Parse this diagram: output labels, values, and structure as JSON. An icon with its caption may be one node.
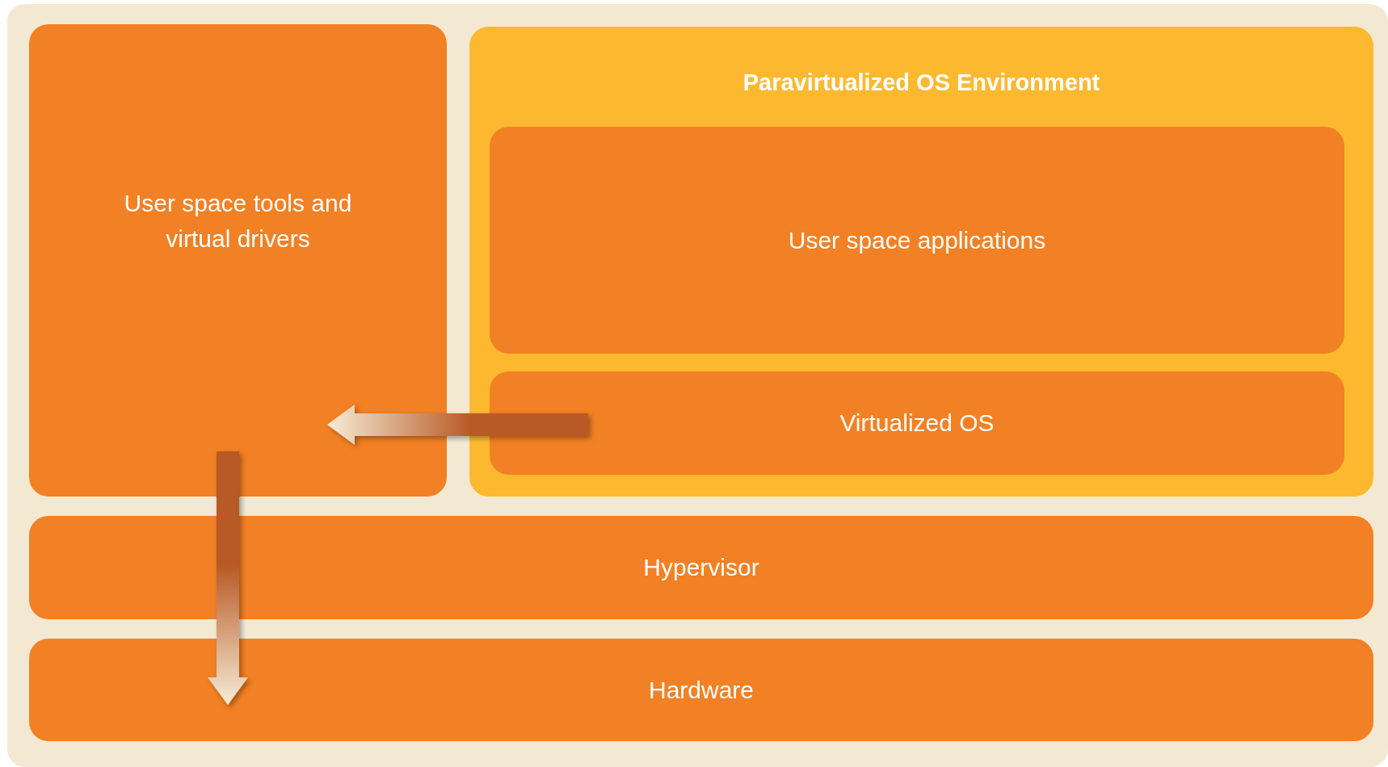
{
  "diagram": {
    "nodes": [
      {
        "text": [
          "User space tools and virtual drivers"
        ]
      },
      {
        "text": [
          "Paravirtualized OS Environment"
        ]
      },
      {
        "text": [
          "User space applications"
        ],
        "in": 1
      },
      {
        "text": [
          "Virtualized OS"
        ],
        "in": 1
      },
      {
        "text": [
          "Hypervisor"
        ]
      },
      {
        "text": [
          "Hardware"
        ]
      }
    ],
    "edges": [
      {
        "from": 3,
        "to": 0,
        "arrow": "to"
      },
      {
        "from": 0,
        "to": 5,
        "arrow": "to"
      }
    ]
  }
}
